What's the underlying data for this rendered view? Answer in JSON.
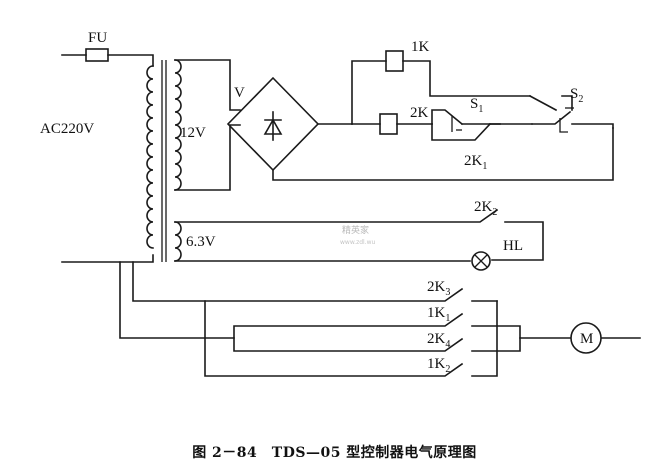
{
  "labels": {
    "fuse": "FU",
    "mains": "AC220V",
    "rect_voltage": "12V",
    "bridge": "V",
    "lamp_voltage": "6.3V",
    "relay_1k": "1K",
    "relay_2k": "2K",
    "switch_s1": "S",
    "switch_s1_sub": "1",
    "switch_s2": "S",
    "switch_s2_sub": "2",
    "contact_2k1": "2K",
    "contact_2k1_sub": "1",
    "contact_2k2": "2K",
    "contact_2k2_sub": "2",
    "lamp": "HL",
    "contact_2k3": "2K",
    "contact_2k3_sub": "3",
    "contact_1k1": "1K",
    "contact_1k1_sub": "1",
    "contact_2k4": "2K",
    "contact_2k4_sub": "4",
    "contact_1k2": "1K",
    "contact_1k2_sub": "2",
    "motor": "M"
  },
  "watermark": {
    "line1": "精英家",
    "line2": "www.zdl.wu"
  },
  "caption": "图 2－84　TDS—05 型控制器电气原理图"
}
